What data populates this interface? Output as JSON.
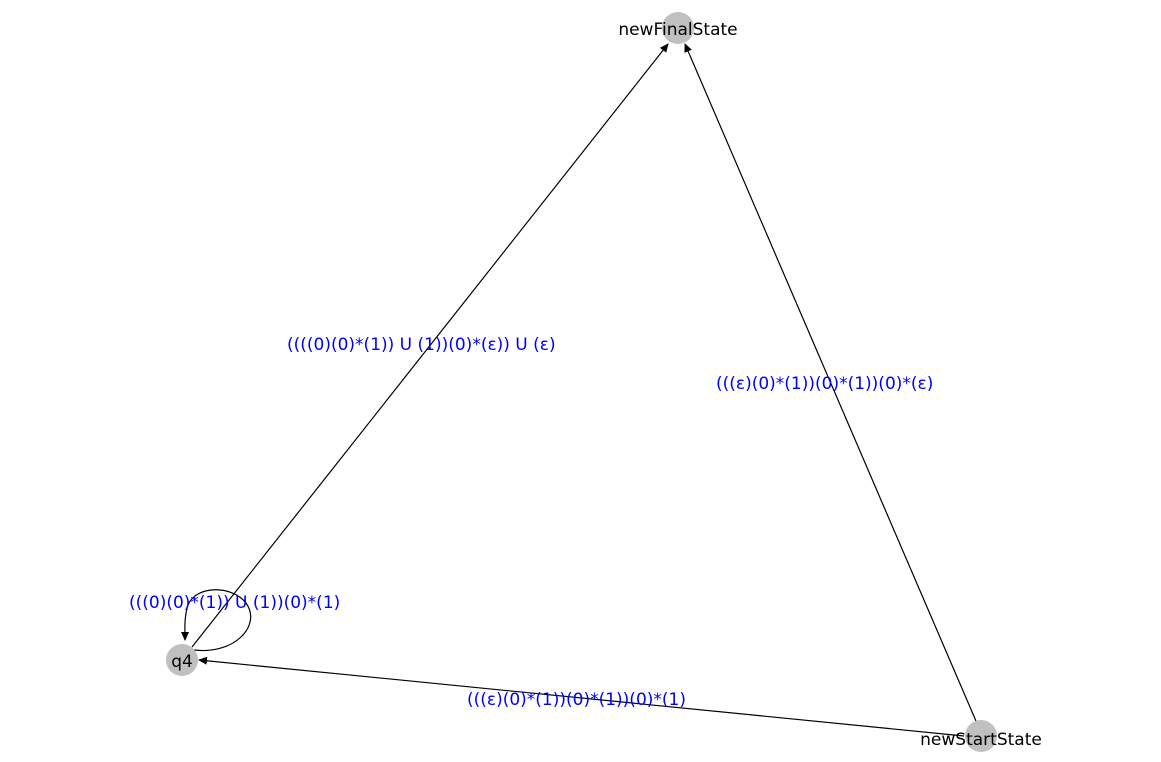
{
  "colors": {
    "node_fill": "#c0c0c0",
    "edge_stroke": "#000000",
    "edge_label": "#0000ff",
    "node_label": "#000000"
  },
  "states": {
    "final": "newFinalState",
    "start": "newStartState",
    "q4": "q4"
  },
  "transitions": {
    "q4_to_final": "((((0)(0)*(1)) U (1))(0)*(ε)) U (ε)",
    "start_to_final": "(((ε)(0)*(1))(0)*(1))(0)*(ε)",
    "q4_self_loop": "(((0)(0)*(1)) U (1))(0)*(1)",
    "start_to_q4": "(((ε)(0)*(1))(0)*(1))(0)*(1)"
  }
}
